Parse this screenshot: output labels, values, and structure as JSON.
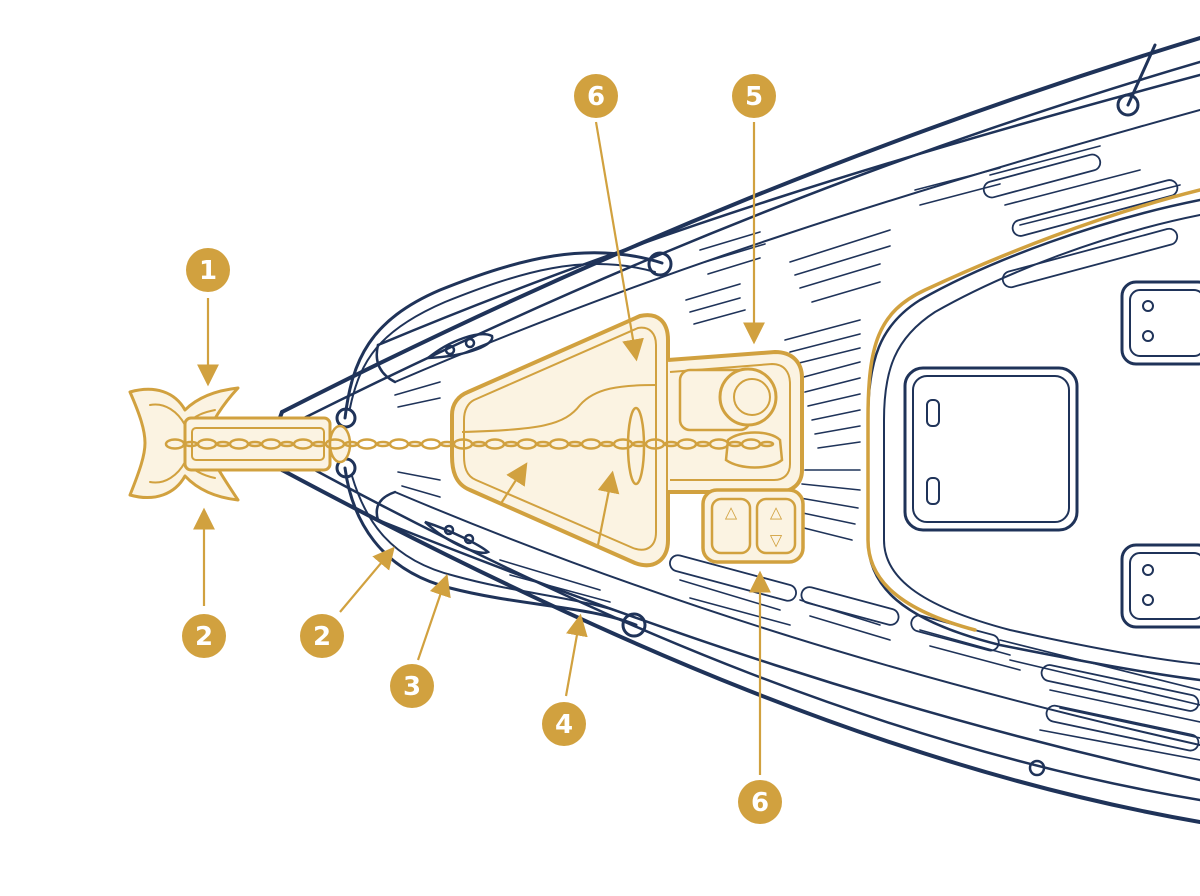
{
  "colors": {
    "navy": "#1f3359",
    "gold": "#d1a13f",
    "gold_fill": "#fbf3e2",
    "background": "#ffffff"
  },
  "callouts": [
    {
      "id": "c1",
      "label": "1"
    },
    {
      "id": "c2a",
      "label": "2"
    },
    {
      "id": "c2b",
      "label": "2"
    },
    {
      "id": "c3",
      "label": "3"
    },
    {
      "id": "c4",
      "label": "4"
    },
    {
      "id": "c5",
      "label": "5"
    },
    {
      "id": "c6a",
      "label": "6"
    },
    {
      "id": "c6b",
      "label": "6"
    }
  ],
  "control_panel": {
    "up_symbol": "△",
    "down_symbol": "▽"
  }
}
